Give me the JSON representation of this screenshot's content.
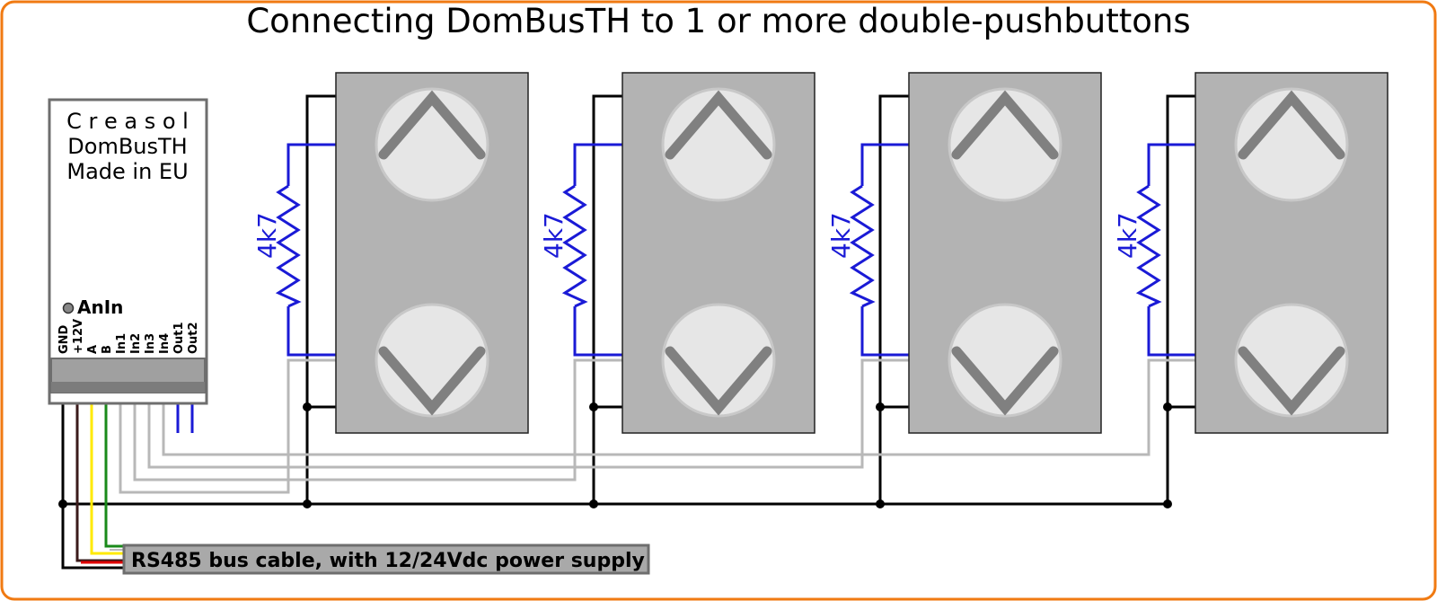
{
  "title": "Connecting DomBusTH to 1 or more double-pushbuttons",
  "module": {
    "brand_lines": [
      "C r e a s o l",
      "DomBusTH",
      "Made in EU"
    ],
    "anin_label": "AnIn",
    "pins": [
      "GND",
      "+12V",
      "A",
      "B",
      "In1",
      "In2",
      "In3",
      "In4",
      "Out1",
      "Out2"
    ]
  },
  "resistor_label": "4k7",
  "cable_label": "RS485 bus cable, with 12/24Vdc power supply",
  "colors": {
    "frame": "#f07a12",
    "wire_black": "#000000",
    "wire_red": "#e00000",
    "wire_yellow": "#ffea00",
    "wire_green": "#1a8a1a",
    "wire_gray": "#b8b8b8",
    "wire_blue": "#1a1ad6",
    "panel": "#b3b3b3",
    "button": "#e6e6e6",
    "arrow": "#808080"
  }
}
